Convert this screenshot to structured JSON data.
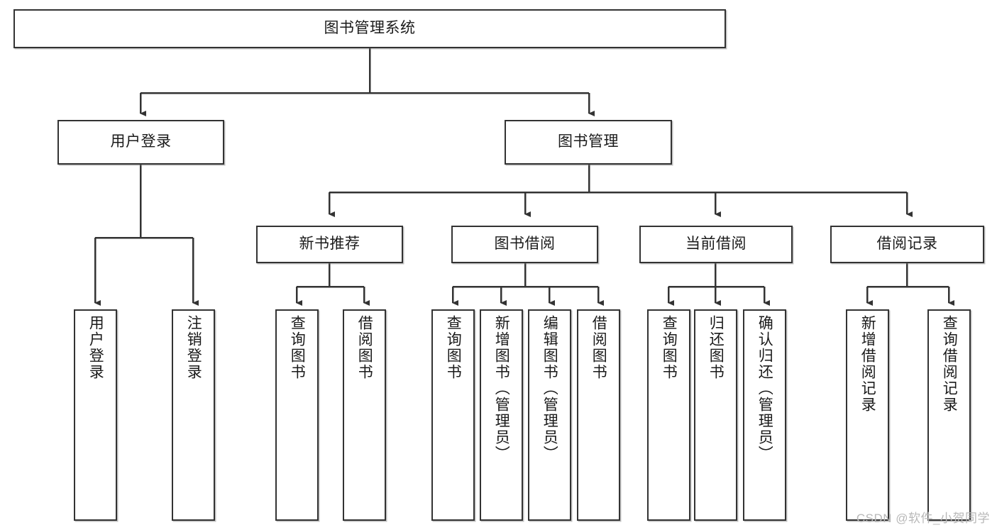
{
  "diagram": {
    "type": "tree-hierarchy",
    "title": "图书管理系统",
    "watermark": "CSDN @软件_小贺同学",
    "colors": {
      "stroke": "#333333",
      "fill": "#ffffff",
      "text": "#1a1a1a",
      "watermark": "#b8b8b8"
    },
    "levels": [
      {
        "level": 0,
        "nodes": [
          {
            "id": "root",
            "label": "图书管理系统",
            "orientation": "horizontal"
          }
        ]
      },
      {
        "level": 1,
        "nodes": [
          {
            "id": "login",
            "label": "用户登录",
            "parent": "root",
            "orientation": "horizontal"
          },
          {
            "id": "book-mgmt",
            "label": "图书管理",
            "parent": "root",
            "orientation": "horizontal"
          }
        ]
      },
      {
        "level": 2,
        "nodes": [
          {
            "id": "new-book-rec",
            "label": "新书推荐",
            "parent": "book-mgmt",
            "orientation": "horizontal"
          },
          {
            "id": "book-borrow",
            "label": "图书借阅",
            "parent": "book-mgmt",
            "orientation": "horizontal"
          },
          {
            "id": "current-borrow",
            "label": "当前借阅",
            "parent": "book-mgmt",
            "orientation": "horizontal"
          },
          {
            "id": "borrow-record",
            "label": "借阅记录",
            "parent": "book-mgmt",
            "orientation": "horizontal"
          }
        ]
      },
      {
        "level": 3,
        "nodes": [
          {
            "id": "leaf-1",
            "label": "用户登录",
            "parent": "login",
            "orientation": "vertical"
          },
          {
            "id": "leaf-2",
            "label": "注销登录",
            "parent": "login",
            "orientation": "vertical"
          },
          {
            "id": "leaf-3",
            "label": "查询图书",
            "parent": "new-book-rec",
            "orientation": "vertical"
          },
          {
            "id": "leaf-4",
            "label": "借阅图书",
            "parent": "new-book-rec",
            "orientation": "vertical"
          },
          {
            "id": "leaf-5",
            "label": "查询图书",
            "parent": "book-borrow",
            "orientation": "vertical"
          },
          {
            "id": "leaf-6",
            "label": "新增图书（管理员）",
            "parent": "book-borrow",
            "orientation": "vertical"
          },
          {
            "id": "leaf-7",
            "label": "编辑图书（管理员）",
            "parent": "book-borrow",
            "orientation": "vertical"
          },
          {
            "id": "leaf-8",
            "label": "借阅图书",
            "parent": "book-borrow",
            "orientation": "vertical"
          },
          {
            "id": "leaf-9",
            "label": "查询图书",
            "parent": "current-borrow",
            "orientation": "vertical"
          },
          {
            "id": "leaf-10",
            "label": "归还图书",
            "parent": "current-borrow",
            "orientation": "vertical"
          },
          {
            "id": "leaf-11",
            "label": "确认归还（管理员）",
            "parent": "current-borrow",
            "orientation": "vertical"
          },
          {
            "id": "leaf-12",
            "label": "新增借阅记录",
            "parent": "borrow-record",
            "orientation": "vertical"
          },
          {
            "id": "leaf-13",
            "label": "查询借阅记录",
            "parent": "borrow-record",
            "orientation": "vertical"
          }
        ]
      }
    ]
  }
}
